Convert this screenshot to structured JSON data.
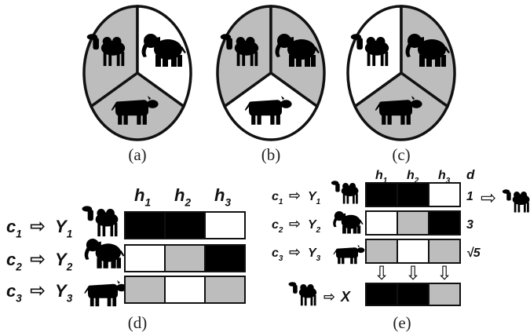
{
  "colors": {
    "black": "#000000",
    "gray": "#bdbdbd",
    "white": "#ffffff"
  },
  "captions": {
    "a": "(a)",
    "b": "(b)",
    "c": "(c)",
    "d": "(d)",
    "e": "(e)"
  },
  "pies": [
    {
      "id": "a",
      "top_left": "gray",
      "top_right": "white",
      "bottom": "gray"
    },
    {
      "id": "b",
      "top_left": "gray",
      "top_right": "gray",
      "bottom": "white"
    },
    {
      "id": "c",
      "top_left": "white",
      "top_right": "gray",
      "bottom": "gray"
    }
  ],
  "icons": {
    "camel": "camel-icon",
    "elephant": "elephant-icon",
    "bull": "bull-icon"
  },
  "panel_d": {
    "headers": [
      {
        "main": "h",
        "sub": "1"
      },
      {
        "main": "h",
        "sub": "2"
      },
      {
        "main": "h",
        "sub": "3"
      }
    ],
    "arrow": "⇨",
    "rows": [
      {
        "c": "c",
        "c_sub": "1",
        "y": "Y",
        "y_sub": "1",
        "icon": "camel",
        "cells": [
          "black",
          "black",
          "white"
        ]
      },
      {
        "c": "c",
        "c_sub": "2",
        "y": "Y",
        "y_sub": "2",
        "icon": "elephant",
        "cells": [
          "white",
          "gray",
          "black"
        ]
      },
      {
        "c": "c",
        "c_sub": "3",
        "y": "Y",
        "y_sub": "3",
        "icon": "bull",
        "cells": [
          "gray",
          "white",
          "gray"
        ]
      }
    ]
  },
  "panel_e": {
    "headers": [
      {
        "main": "h",
        "sub": "1"
      },
      {
        "main": "h",
        "sub": "2"
      },
      {
        "main": "h",
        "sub": "3"
      }
    ],
    "d_header": "d",
    "arrow": "⇨",
    "down_arrow": "⇩",
    "rows": [
      {
        "c": "c",
        "c_sub": "1",
        "y": "Y",
        "y_sub": "1",
        "icon": "camel",
        "cells": [
          "black",
          "black",
          "white"
        ],
        "d": "1"
      },
      {
        "c": "c",
        "c_sub": "2",
        "y": "Y",
        "y_sub": "2",
        "icon": "elephant",
        "cells": [
          "white",
          "gray",
          "black"
        ],
        "d": "3"
      },
      {
        "c": "c",
        "c_sub": "3",
        "y": "Y",
        "y_sub": "3",
        "icon": "bull",
        "cells": [
          "gray",
          "white",
          "gray"
        ],
        "d": "√5"
      }
    ],
    "query": {
      "icon": "camel",
      "label": "X",
      "cells": [
        "black",
        "black",
        "gray"
      ]
    },
    "result_icon": "camel"
  }
}
